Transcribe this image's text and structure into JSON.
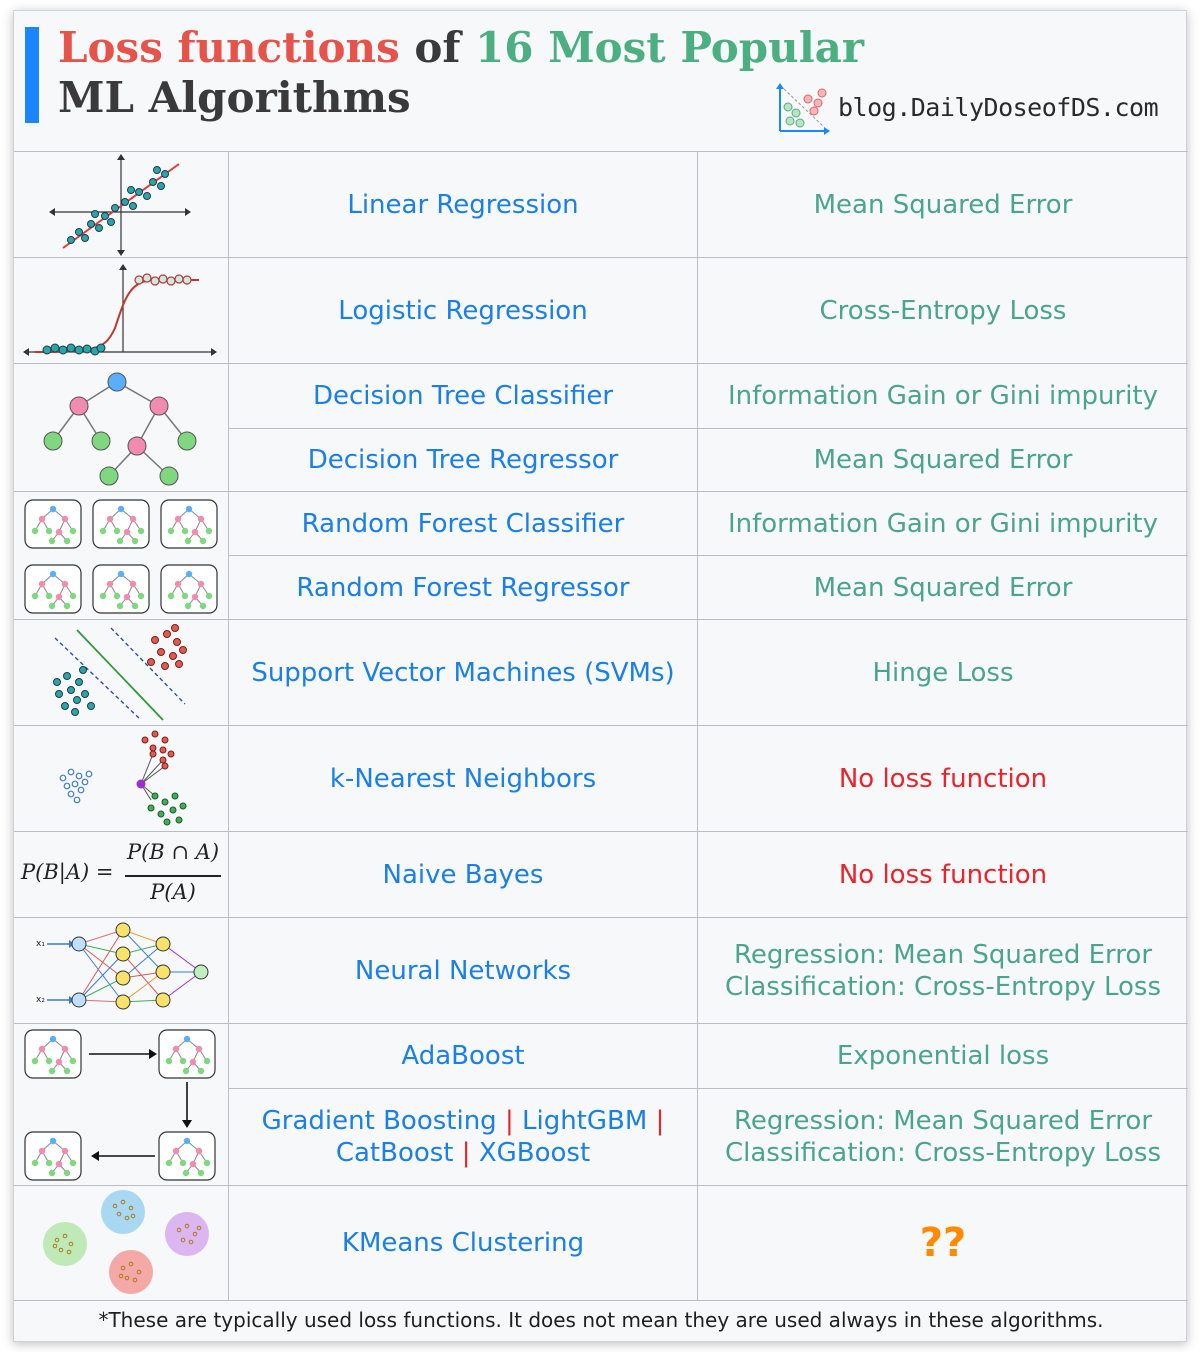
{
  "header": {
    "title_part1": "Loss functions",
    "title_part2": "of",
    "title_part3": "16 Most Popular",
    "title_line2": "ML Algorithms",
    "blog": "blog.DailyDoseofDS.com"
  },
  "rows": [
    {
      "algorithm": "Linear Regression",
      "loss": "Mean Squared Error"
    },
    {
      "algorithm": "Logistic Regression",
      "loss": "Cross-Entropy Loss"
    },
    {
      "algorithm": "Decision Tree Classifier",
      "loss": "Information Gain or Gini impurity"
    },
    {
      "algorithm": "Decision Tree Regressor",
      "loss": "Mean Squared Error"
    },
    {
      "algorithm": "Random Forest Classifier",
      "loss": "Information Gain or Gini impurity"
    },
    {
      "algorithm": "Random Forest Regressor",
      "loss": "Mean Squared Error"
    },
    {
      "algorithm": "Support Vector Machines (SVMs)",
      "loss": "Hinge Loss"
    },
    {
      "algorithm": "k-Nearest Neighbors",
      "loss": "No loss function"
    },
    {
      "algorithm": "Naive Bayes",
      "loss": "No loss function"
    },
    {
      "algorithm": "Neural Networks",
      "loss_line1": "Regression: Mean Squared Error",
      "loss_line2": "Classification: Cross-Entropy Loss"
    },
    {
      "algorithm": "AdaBoost",
      "loss": "Exponential loss"
    },
    {
      "algorithm_parts": [
        "Gradient Boosting",
        "LightGBM",
        "CatBoost",
        "XGBoost"
      ],
      "separator": "|",
      "loss_line1": "Regression: Mean Squared Error",
      "loss_line2": "Classification: Cross-Entropy Loss"
    },
    {
      "algorithm": "KMeans Clustering",
      "loss": "??"
    }
  ],
  "naive_bayes_formula": {
    "lhs": "P(B|A) =",
    "numerator": "P(B ∩ A)",
    "denominator": "P(A)"
  },
  "nn_inputs": [
    "x₁",
    "x₂"
  ],
  "footnote": "*These are typically used loss functions. It does not mean they are used always in these algorithms.",
  "colors": {
    "title_red": "#e5534b",
    "title_green": "#4caf82",
    "algorithm_blue": "#1a7fe8",
    "loss_green": "#4aa58a",
    "no_loss_red": "#e8252b",
    "question_orange": "#ff8a00",
    "accent_blue": "#1a85ff"
  },
  "icons": [
    "scatter-plot-logo-icon",
    "linear-regression-icon",
    "sigmoid-icon",
    "decision-tree-icon",
    "random-forest-icon",
    "svm-icon",
    "knn-icon",
    "neural-network-icon",
    "boosting-flow-icon",
    "kmeans-clusters-icon"
  ]
}
